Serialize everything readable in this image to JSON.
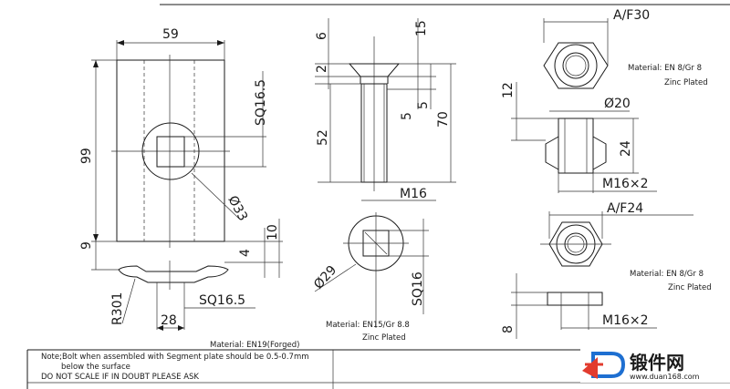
{
  "plate": {
    "dims": {
      "width": "59",
      "height": "99",
      "bottom": "9",
      "square": "SQ16.5",
      "hole": "Ø33",
      "radius": "R301",
      "base_width": "28",
      "base_square": "SQ16.5",
      "thick_a": "4",
      "thick_b": "10"
    },
    "material": "Material: EN19(Forged)"
  },
  "bolt": {
    "dims": {
      "head": "6",
      "a": "2",
      "top": "15",
      "neck_a": "5",
      "neck_b": "5",
      "shank": "52",
      "length": "70",
      "thread": "M16",
      "head_dia": "Ø29",
      "head_sq": "SQ16"
    },
    "material_lines": [
      "Material: EN15/Gr 8.8",
      "Zinc Plated"
    ]
  },
  "nut_large": {
    "dims": {
      "af": "A/F30",
      "washer_dia": "Ø20",
      "height_a": "12",
      "height_b": "24",
      "thread": "M16×2"
    },
    "material_lines": [
      "Material: EN 8/Gr 8",
      "Zinc Plated"
    ]
  },
  "nut_small": {
    "dims": {
      "af": "A/F24",
      "height": "8",
      "thread": "M16×2"
    },
    "material_lines": [
      "Material: EN 8/Gr 8",
      "Zinc Plated"
    ]
  },
  "notes": {
    "line1": "Note;Bolt when assembled with Segment plate should be 0.5-0.7mm",
    "line2": "below the surface",
    "line3": "DO NOT SCALE   IF IN DOUBT PLEASE ASK"
  },
  "watermark": {
    "brand": "锻件网",
    "url": "www.duan168.com"
  },
  "colors": {
    "line": "#1a1a1a",
    "logo_blue": "#1e6fd1",
    "logo_red": "#e23b2e"
  }
}
